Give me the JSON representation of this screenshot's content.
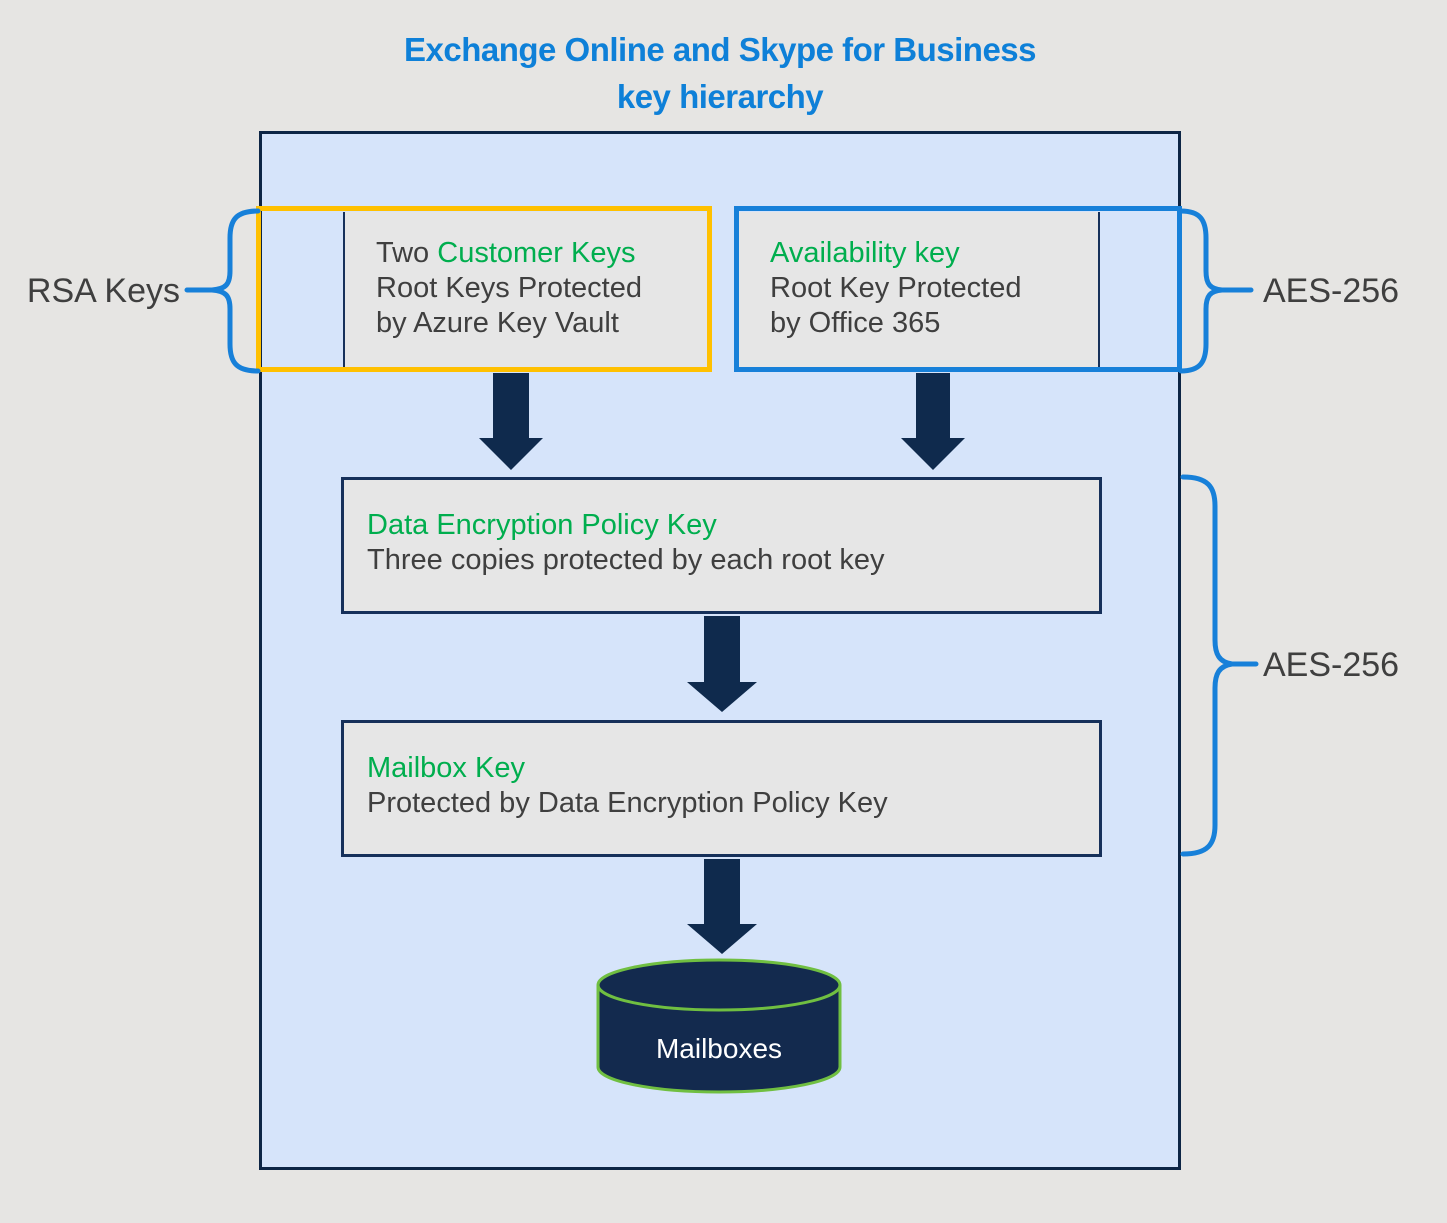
{
  "title": {
    "line1": "Exchange Online and Skype for Business",
    "line2": "key hierarchy"
  },
  "side_labels": {
    "rsa_keys": "RSA Keys",
    "aes_256_top": "AES-256",
    "aes_256_bottom": "AES-256"
  },
  "boxes": {
    "customer_keys": {
      "title_prefix": "Two ",
      "title_highlight": "Customer Keys",
      "line2": "Root Keys Protected",
      "line3": "by Azure Key Vault"
    },
    "availability_key": {
      "title_highlight": "Availability key",
      "line2": "Root Key Protected",
      "line3": "by Office 365"
    },
    "data_encryption_policy_key": {
      "title_highlight": "Data Encryption Policy Key",
      "line2": "Three copies protected by each root key"
    },
    "mailbox_key": {
      "title_highlight": "Mailbox Key",
      "line2": "Protected by Data Encryption Policy Key"
    }
  },
  "database": {
    "label": "Mailboxes"
  },
  "colors": {
    "title_blue": "#0E80D8",
    "panel_fill": "#D6E4FA",
    "panel_border": "#0D2545",
    "box_fill": "#E6E6E6",
    "box_border": "#16305A",
    "rsa_frame_orange": "#FFC000",
    "aes_frame_blue": "#1780D9",
    "key_green": "#00AE4E",
    "text_dark": "#3F3F3F",
    "arrow_navy": "#0F2A4D",
    "cylinder_fill": "#132A4E",
    "cylinder_stroke": "#70BF41",
    "background_gray": "#E6E5E3"
  }
}
